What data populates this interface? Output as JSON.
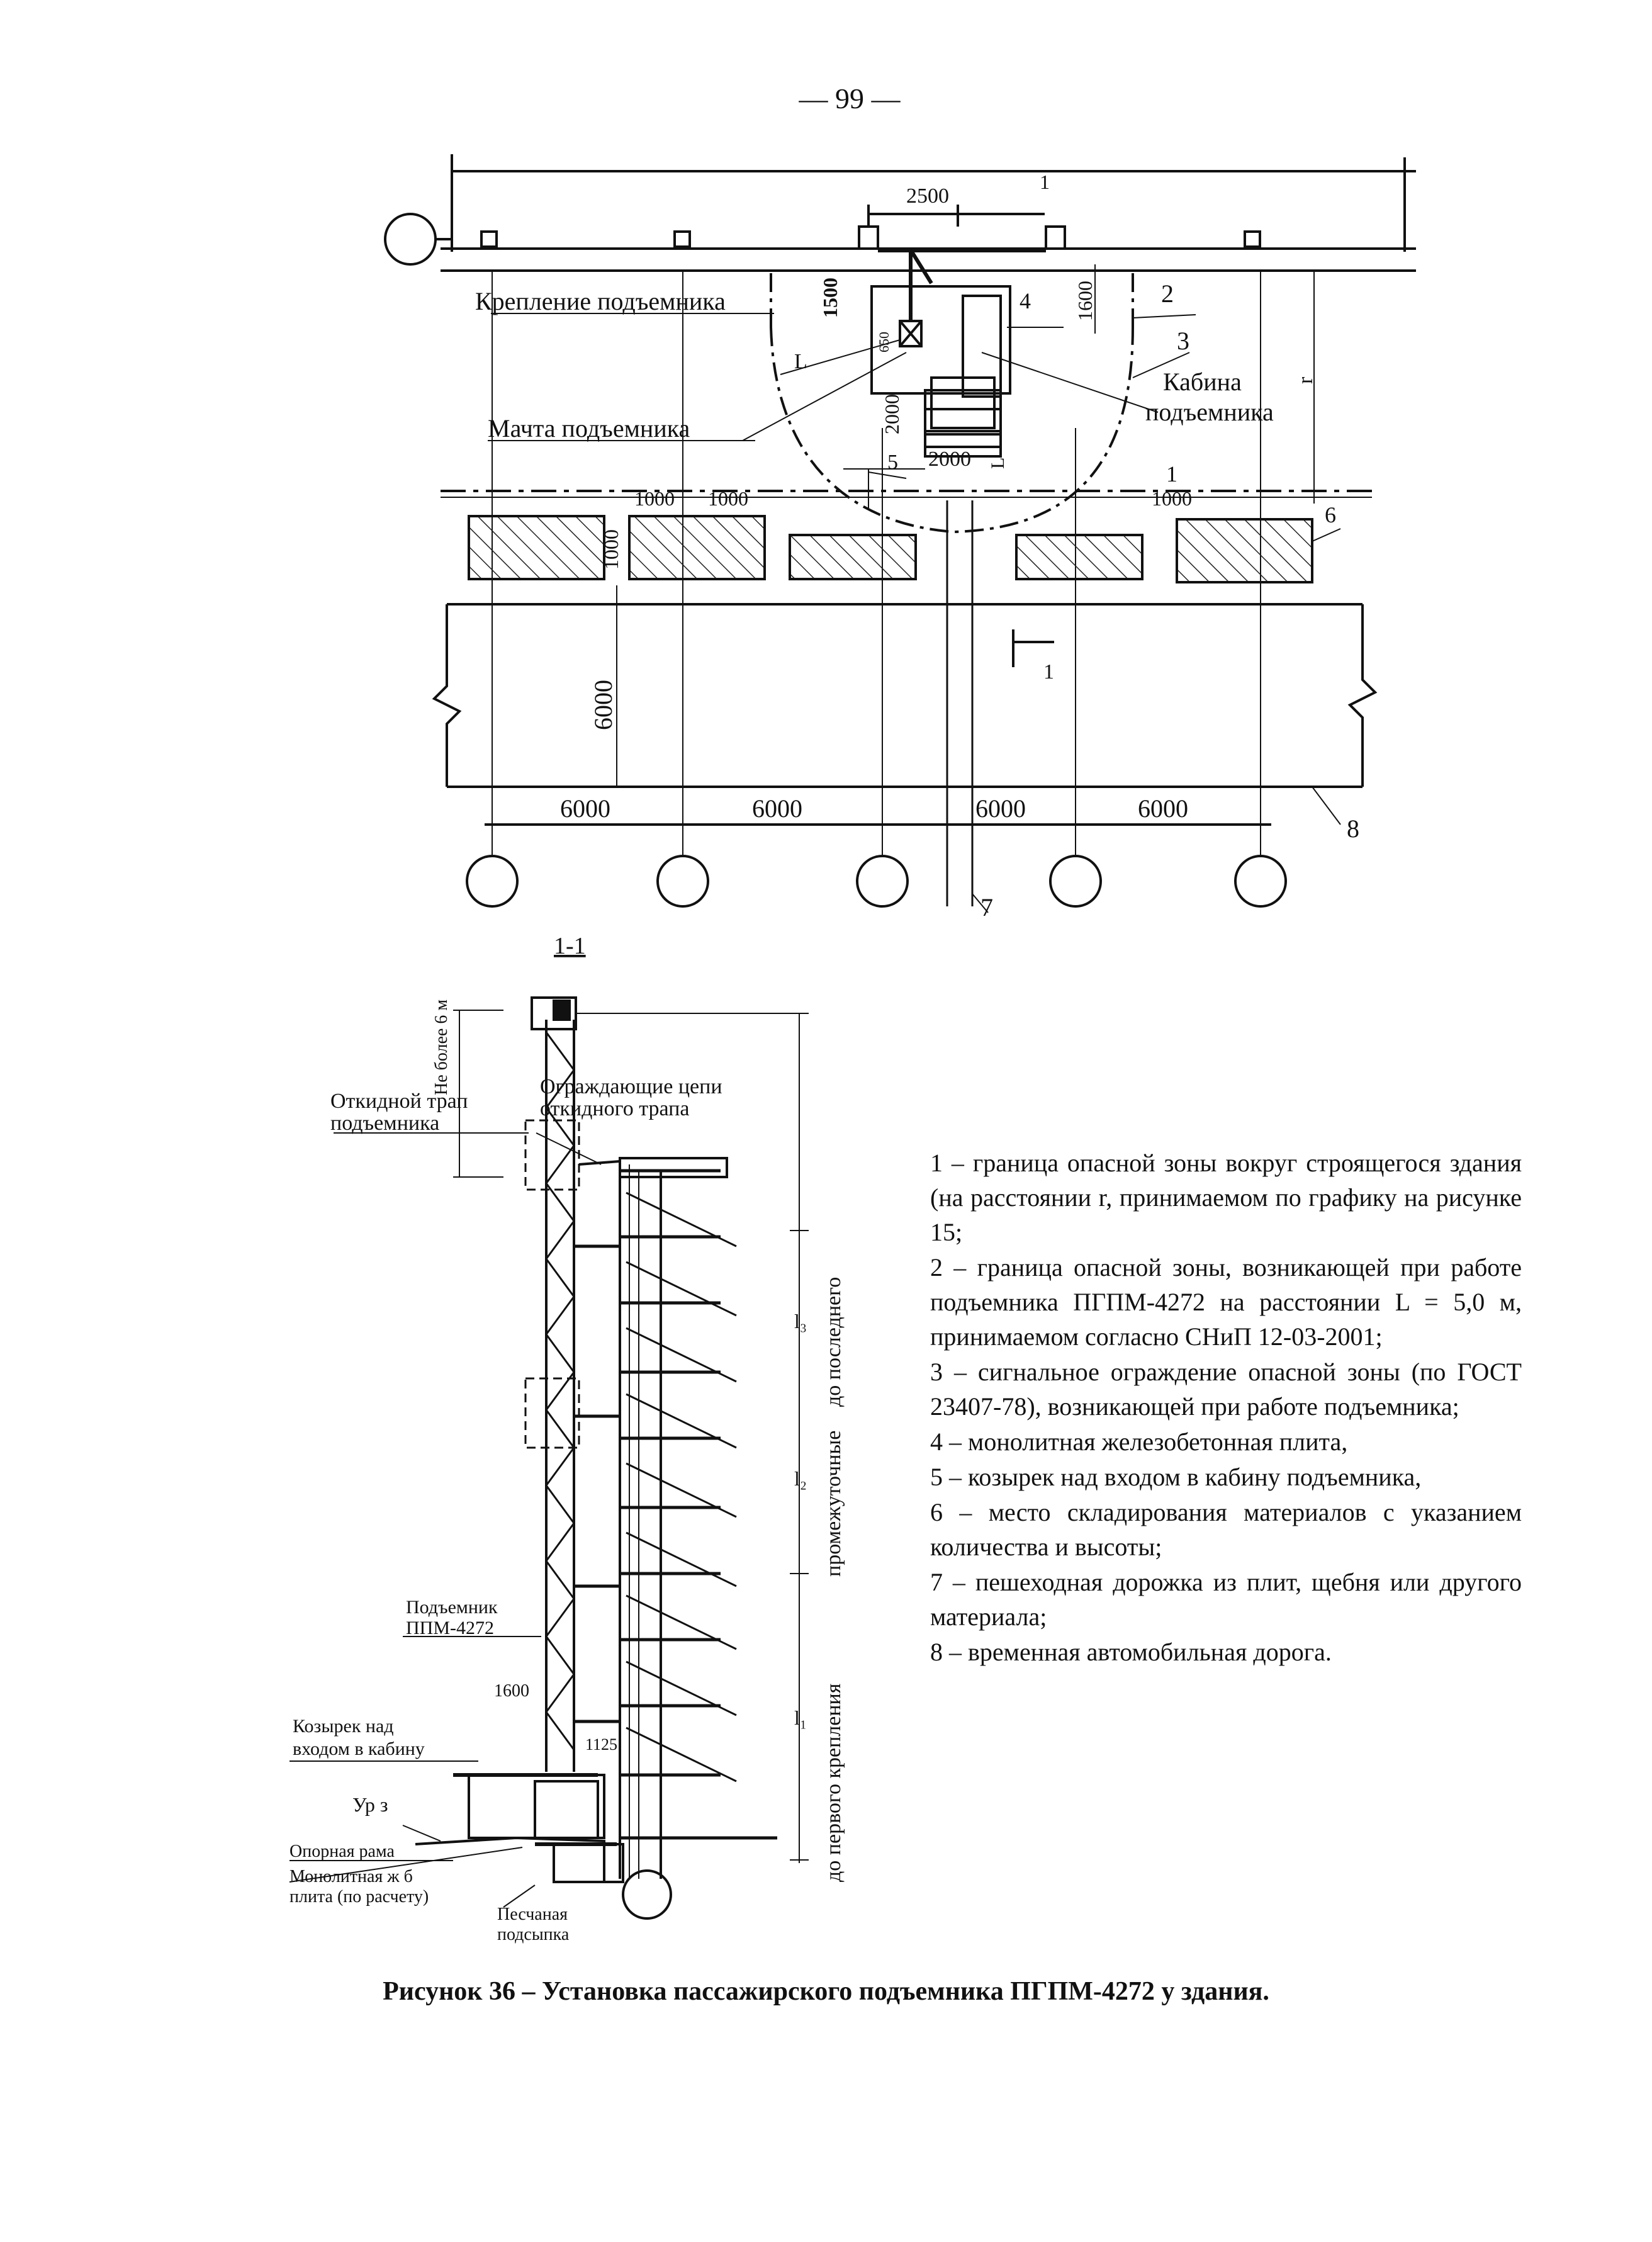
{
  "page_number": "— 99 —",
  "plan": {
    "dim_2500": "2500",
    "dim_1500": "1500",
    "dim_1600": "1600",
    "dim_650": "650",
    "dim_2000_v": "2000",
    "dim_2000_h": "2000",
    "dim_1000_a": "1000",
    "dim_1000_b": "1000",
    "dim_1000_c": "1000",
    "dim_1000_d": "1000",
    "dim_6000_v": "6000",
    "bays": [
      "6000",
      "6000",
      "6000",
      "6000"
    ],
    "label_L": "L",
    "label_r": "r",
    "section_mark": "1",
    "callouts": [
      "1",
      "2",
      "3",
      "4",
      "5",
      "6",
      "7",
      "8"
    ],
    "label_mount": "Крепление подъемника",
    "label_mast": "Мачта подъемника",
    "label_cabin_1": "Кабина",
    "label_cabin_2": "подъемника"
  },
  "section": {
    "title": "1-1",
    "label_max_6m": "Не более 6 м",
    "label_ramp_1": "Откидной трап",
    "label_ramp_2": "подъемника",
    "label_chains_1": "Ограждающие цепи",
    "label_chains_2": "откидного трапа",
    "label_lift_1": "Подъемник",
    "label_lift_2": "ППМ-4272",
    "dim_1600": "1600",
    "dim_1125": "1125",
    "label_canopy_1": "Козырек над",
    "label_canopy_2": "входом в кабину",
    "label_level": "Ур з",
    "label_frame": "Опорная рама",
    "label_slab_1": "Монолитная ж б",
    "label_slab_2": "плита (по расчету)",
    "label_sand_1": "Песчаная",
    "label_sand_2": "подсыпка",
    "label_l1": "l₁",
    "label_l2": "l₂",
    "label_l3": "l₃",
    "label_first": "до первого крепления",
    "label_mid": "промежуточные",
    "label_last": "до последнего"
  },
  "legend": [
    "1 – граница опасной зоны вокруг строящегося здания (на расстоянии r, принимаемом по графику на рисунке 15;",
    "2 – граница опасной зоны, возникающей при работе подъемника ПГПМ-4272 на расстоянии L = 5,0 м, принимаемом согласно СНиП 12-03-2001;",
    "3 – сигнальное ограждение опасной зоны (по ГОСТ 23407-78), возникающей при работе подъемника;",
    "4 – монолитная железобетонная плита,",
    "5 – козырек над входом в кабину подъемника,",
    "6 – место складирования материалов с указанием количества и высоты;",
    "7 – пешеходная дорожка из плит, щебня или другого материала;",
    "8 – временная автомобильная дорога."
  ],
  "caption": "Рисунок 36 – Установка пассажирского подъемника ПГПМ-4272 у здания."
}
